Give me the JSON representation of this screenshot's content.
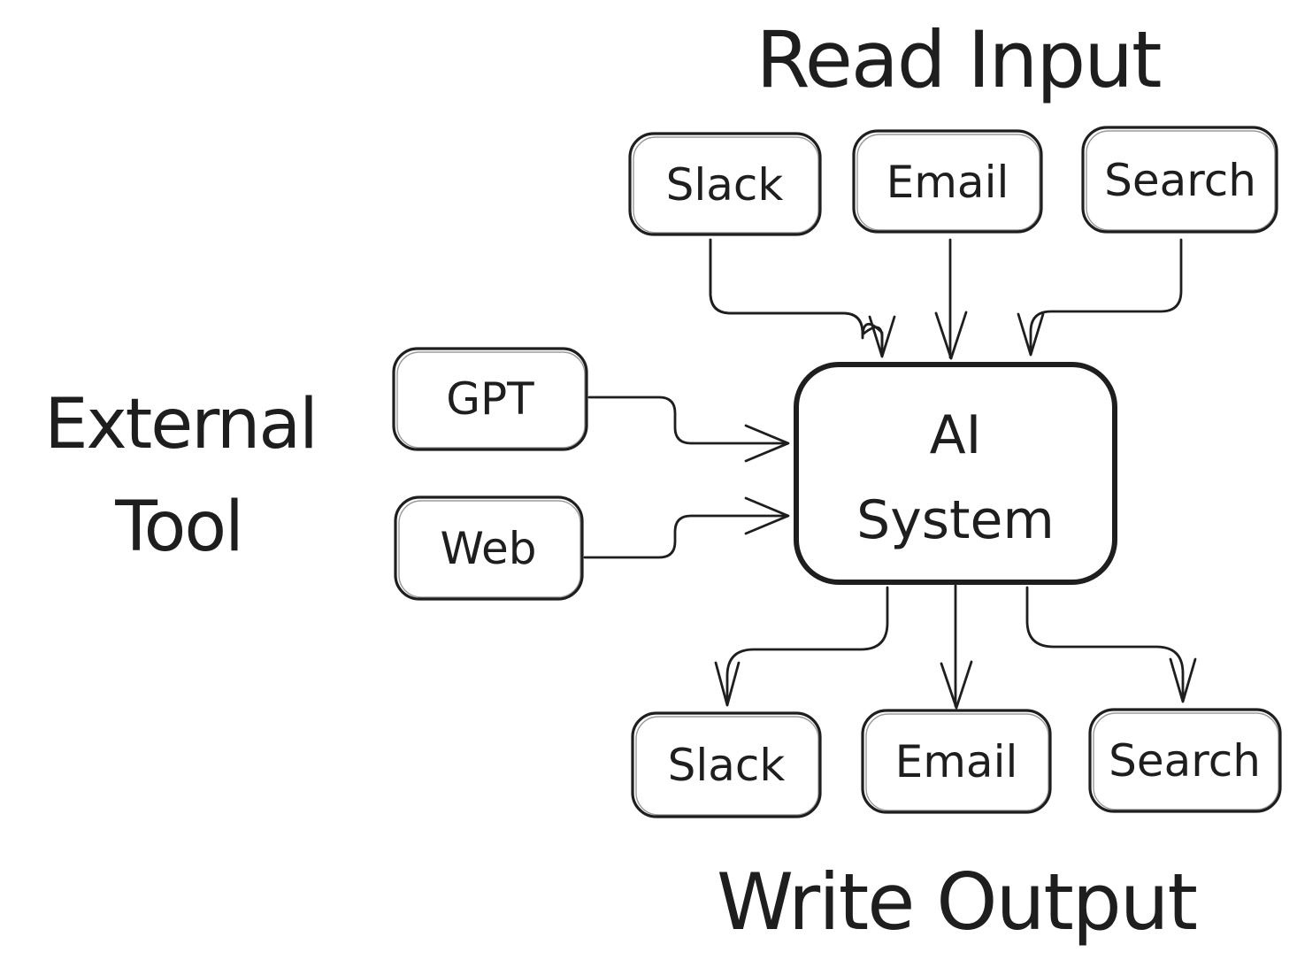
{
  "diagram": {
    "background_color": "#ffffff",
    "ink_color": "#1e1e1e",
    "titles": {
      "top": "Read Input",
      "bottom": "Write Output",
      "left_line1": "External",
      "left_line2": "Tool"
    },
    "nodes": {
      "top_slack": "Slack",
      "top_email": "Email",
      "top_search": "Search",
      "gpt": "GPT",
      "web": "Web",
      "ai_line1": "AI",
      "ai_line2": "System",
      "bottom_slack": "Slack",
      "bottom_email": "Email",
      "bottom_search": "Search"
    },
    "edges": [
      "top_slack -> ai",
      "top_email -> ai",
      "top_search -> ai",
      "gpt -> ai",
      "web -> ai",
      "ai -> bottom_slack",
      "ai -> bottom_email",
      "ai -> bottom_search"
    ]
  }
}
